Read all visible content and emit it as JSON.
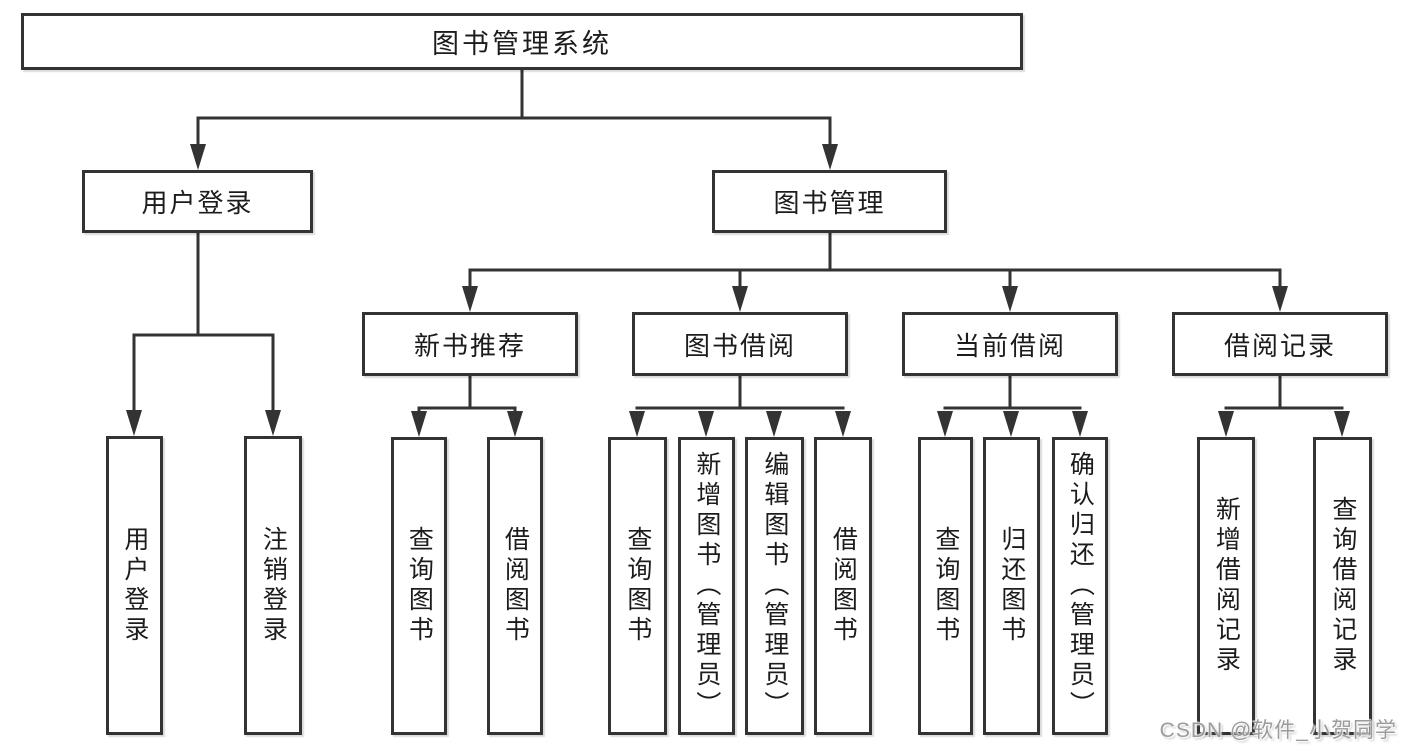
{
  "title": "图书管理系统",
  "watermark": "CSDN @软件_小贺同学",
  "colors": {
    "background": "#ffffff",
    "line": "#333333",
    "border": "#333333",
    "text": "#1c1c1c",
    "watermark": "#9b9b9b"
  },
  "tree": {
    "label": "图书管理系统",
    "children": [
      {
        "label": "用户登录",
        "children": [
          {
            "label": "用户登录"
          },
          {
            "label": "注销登录"
          }
        ]
      },
      {
        "label": "图书管理",
        "children": [
          {
            "label": "新书推荐",
            "children": [
              {
                "label": "查询图书"
              },
              {
                "label": "借阅图书"
              }
            ]
          },
          {
            "label": "图书借阅",
            "children": [
              {
                "label": "查询图书"
              },
              {
                "label": "新增图书（管理员）"
              },
              {
                "label": "编辑图书（管理员）"
              },
              {
                "label": "借阅图书"
              }
            ]
          },
          {
            "label": "当前借阅",
            "children": [
              {
                "label": "查询图书"
              },
              {
                "label": "归还图书"
              },
              {
                "label": "确认归还（管理员）"
              }
            ]
          },
          {
            "label": "借阅记录",
            "children": [
              {
                "label": "新增借阅记录"
              },
              {
                "label": "查询借阅记录"
              }
            ]
          }
        ]
      }
    ]
  }
}
